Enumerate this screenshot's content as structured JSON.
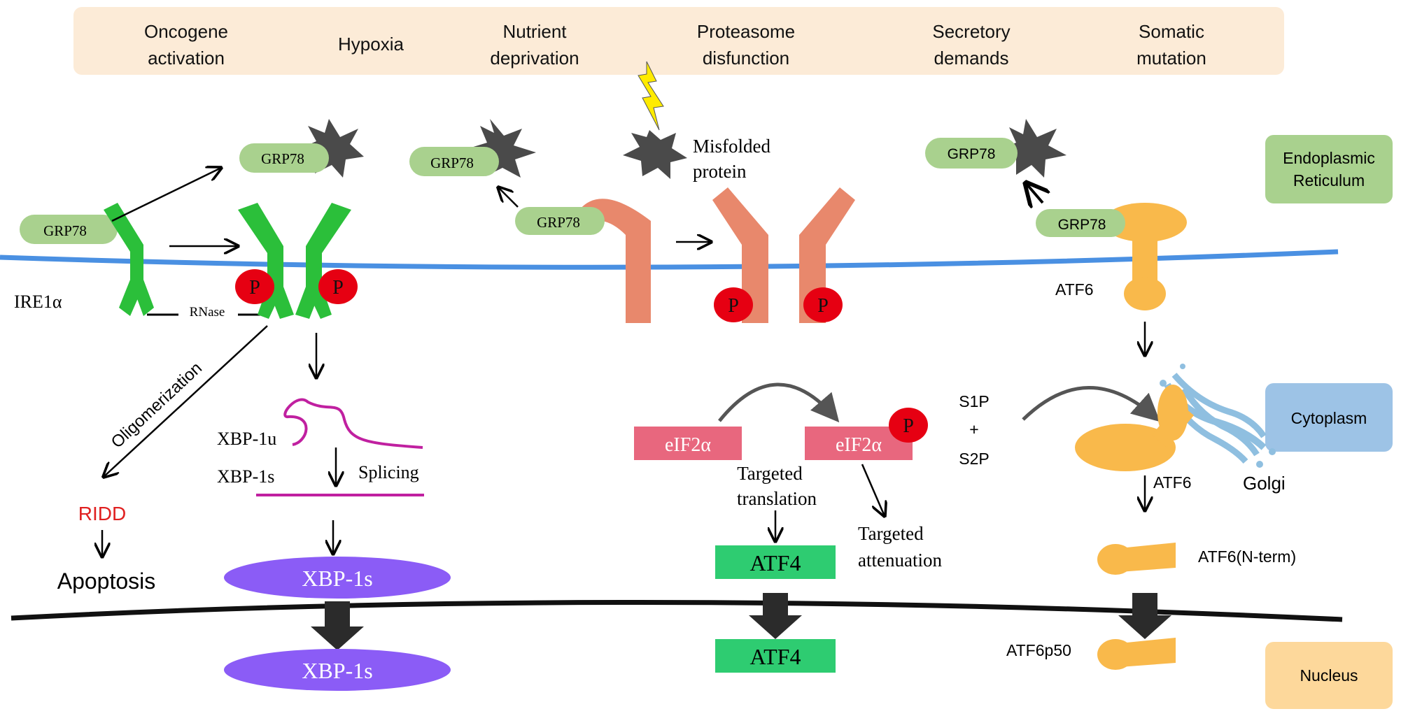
{
  "stressors": [
    {
      "line1": "Oncogene",
      "line2": "activation"
    },
    {
      "line1": "Hypoxia",
      "line2": ""
    },
    {
      "line1": "Nutrient",
      "line2": "deprivation"
    },
    {
      "line1": "Proteasome",
      "line2": "disfunction"
    },
    {
      "line1": "Secretory",
      "line2": "demands"
    },
    {
      "line1": "Somatic",
      "line2": "mutation"
    }
  ],
  "compartments": {
    "er": {
      "line1": "Endoplasmic",
      "line2": "Reticulum"
    },
    "cytoplasm": "Cytoplasm",
    "nucleus": "Nucleus"
  },
  "grp78": "GRP78",
  "phospho": "P",
  "ire1": {
    "name": "IRE1α",
    "rnase": "RNase",
    "oligomerization": "Oligomerization",
    "ridd": "RIDD",
    "apoptosis": "Apoptosis",
    "xbp1u": "XBP-1u",
    "xbp1s_label": "XBP-1s",
    "splicing": "Splicing",
    "xbp1s_cyto": "XBP-1s",
    "xbp1s_nuc": "XBP-1s"
  },
  "perk": {
    "misfolded_line1": "Misfolded",
    "misfolded_line2": "protein",
    "eif2a": "eIF2α",
    "eif2a_p": "eIF2α",
    "targeted_translation_line1": "Targeted",
    "targeted_translation_line2": "translation",
    "targeted_attenuation_line1": "Targeted",
    "targeted_attenuation_line2": "attenuation",
    "atf4_cyto": "ATF4",
    "atf4_nuc": "ATF4"
  },
  "atf6": {
    "atf6_er": "ATF6",
    "s1p": "S1P",
    "plus": "+",
    "s2p": "S2P",
    "atf6_golgi": "ATF6",
    "golgi": "Golgi",
    "nterm": "ATF6(N-term)",
    "p50": "ATF6p50"
  },
  "colors": {
    "stress_banner": "#fcebd7",
    "er_box": "#a9d18e",
    "cytoplasm_box": "#9dc3e6",
    "nucleus_box": "#fdd89b",
    "grp78": "#a9d18e",
    "ire1": "#2bbf3a",
    "perk": "#e8886c",
    "atf6": "#f9b94b",
    "phospho": "#e60012",
    "xbp1s": "#8b5cf6",
    "atf4": "#2ecc71",
    "eif2a": "#e8677e",
    "ridd": "#e02020",
    "mrna": "#c020a0",
    "er_membrane": "#4a90e2",
    "golgi": "#8fbfe0"
  }
}
